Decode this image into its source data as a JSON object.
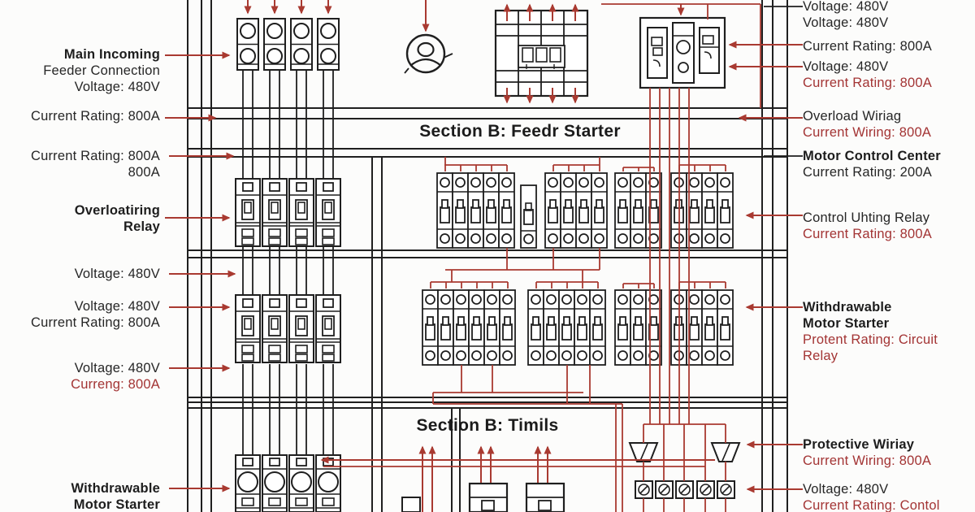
{
  "palette": {
    "wire_red": "#a93a31",
    "text_red": "#a33434",
    "line_black": "#1f1f1f",
    "background": "#fcfcfb"
  },
  "headings": {
    "feeder": "Section B: Feedr Starter",
    "timils": "Section B: Timils"
  },
  "left_labels": [
    {
      "lines": [
        "Main Incoming",
        "Feeder Connection",
        "Voltage: 480V"
      ]
    },
    {
      "lines": [
        "Current Rating: 800A"
      ]
    },
    {
      "lines": [
        "Current Rating: 800A",
        "800A"
      ]
    },
    {
      "lines": [
        "Overloatiring",
        "Relay"
      ]
    },
    {
      "lines": [
        "Voltage: 480V"
      ]
    },
    {
      "lines": [
        "Voltage: 480V",
        "Current Rating: 800A"
      ]
    },
    {
      "lines": [
        "Voltage: 480V",
        "Curreng: 800A"
      ]
    },
    {
      "lines": [
        "Withdrawable",
        "Motor Starter"
      ]
    }
  ],
  "right_labels": [
    {
      "lines": [
        "Voltage: 480V",
        "Voltage: 480V"
      ]
    },
    {
      "lines": [
        "Current Rating: 800A"
      ]
    },
    {
      "lines": [
        "Voltage: 480V",
        "Current Rating: 800A"
      ]
    },
    {
      "lines": [
        "Overload Wiriag",
        "Current Wiring: 800A"
      ]
    },
    {
      "lines": [
        "Motor Control Center",
        "Current Rating: 200A"
      ]
    },
    {
      "lines": [
        "Control Uhting Relay",
        "Current Rating: 800A"
      ]
    },
    {
      "lines": [
        "Withdrawable",
        "Motor Starter",
        "Protent Rating: Circuit",
        "Relay"
      ]
    },
    {
      "lines": [
        "Protective Wiriay",
        "Current Wiring: 800A"
      ]
    },
    {
      "lines": [
        "Voltage: 480V",
        "Current Rating: Contol"
      ]
    }
  ]
}
